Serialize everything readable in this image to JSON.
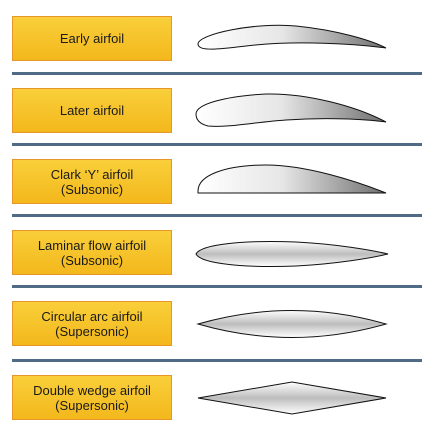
{
  "airfoils": [
    {
      "label": "Early airfoil"
    },
    {
      "label": "Later airfoil"
    },
    {
      "label": "Clark ‘Y’ airfoil\n(Subsonic)"
    },
    {
      "label": "Laminar flow airfoil\n(Subsonic)"
    },
    {
      "label": "Circular arc airfoil\n(Supersonic)"
    },
    {
      "label": "Double wedge airfoil\n(Supersonic)"
    }
  ]
}
